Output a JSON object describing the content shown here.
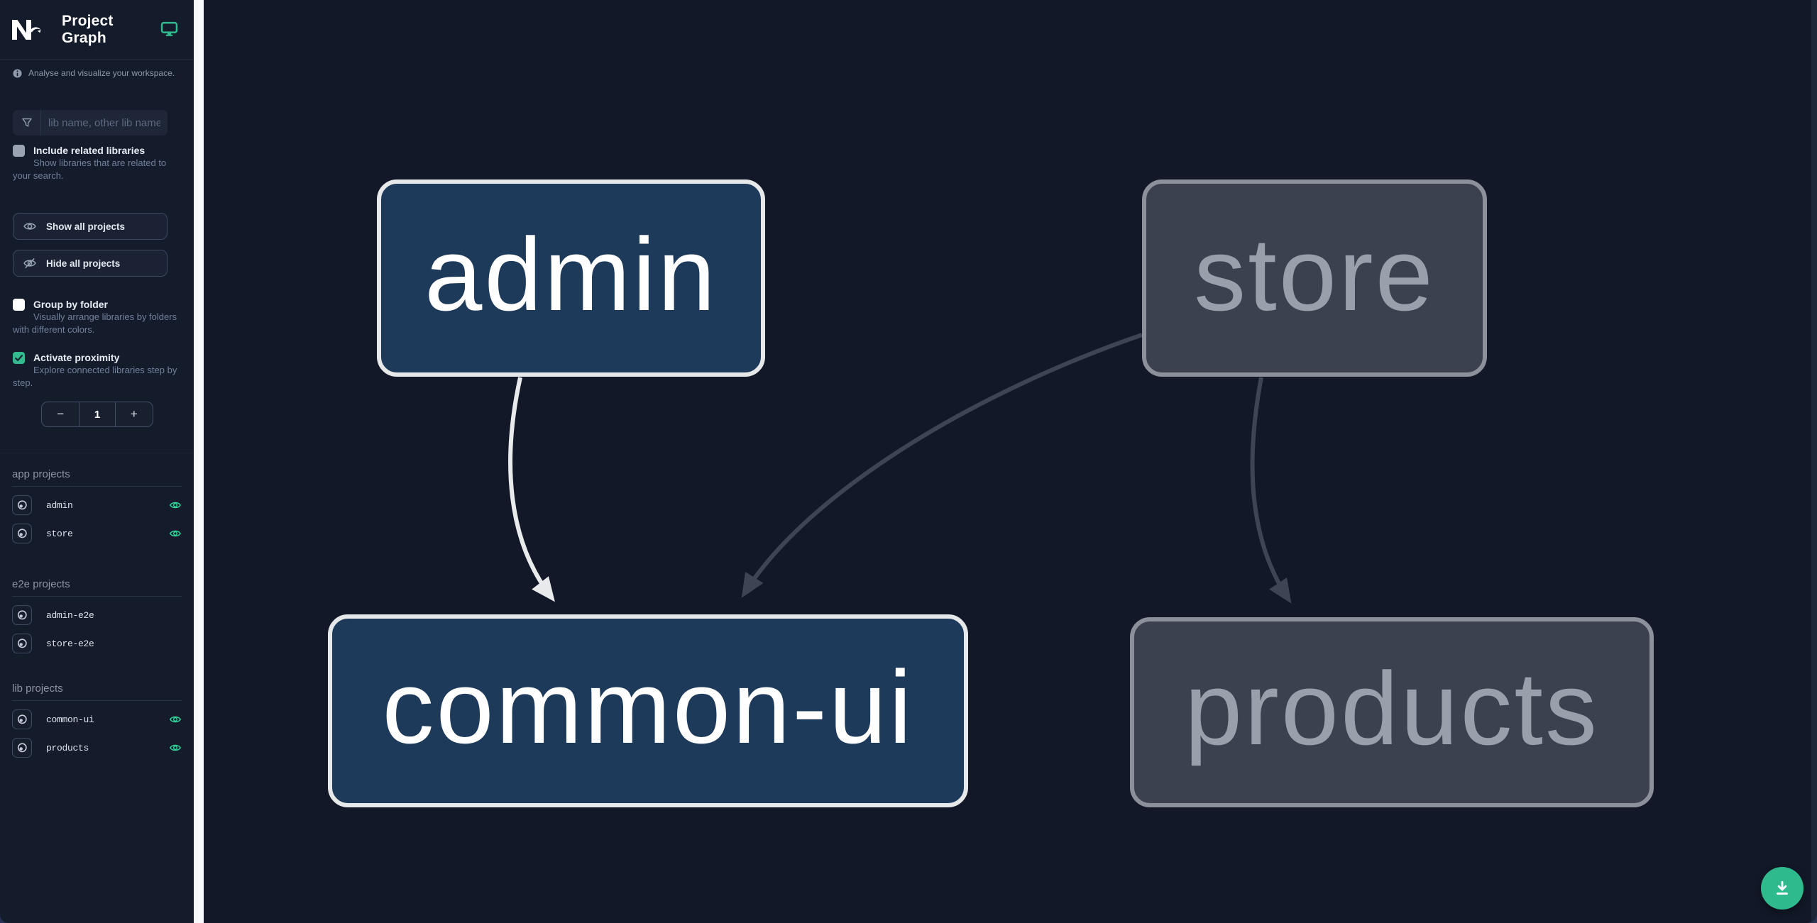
{
  "header": {
    "logo": "Nx",
    "title": "Project Graph"
  },
  "sidebar": {
    "tagline": "Analyse and visualize your workspace.",
    "search": {
      "placeholder": "lib name, other lib name"
    },
    "include_related": {
      "label": "Include related libraries",
      "description": "Show libraries that are related to your search.",
      "checked": false
    },
    "show_all_label": "Show all projects",
    "hide_all_label": "Hide all projects",
    "group_by_folder": {
      "label": "Group by folder",
      "description": "Visually arrange libraries by folders with different colors.",
      "checked": false
    },
    "activate_proximity": {
      "label": "Activate proximity",
      "description": "Explore connected libraries step by step.",
      "checked": true
    },
    "proximity_stepper": {
      "decrement": "−",
      "value": "1",
      "increment": "+"
    },
    "sections": [
      {
        "title": "app projects",
        "items": [
          {
            "name": "admin",
            "visible": true
          },
          {
            "name": "store",
            "visible": true
          }
        ]
      },
      {
        "title": "e2e projects",
        "items": [
          {
            "name": "admin-e2e",
            "visible": false
          },
          {
            "name": "store-e2e",
            "visible": false
          }
        ]
      },
      {
        "title": "lib projects",
        "items": [
          {
            "name": "common-ui",
            "visible": true
          },
          {
            "name": "products",
            "visible": true
          }
        ]
      }
    ]
  },
  "graph": {
    "nodes": [
      {
        "id": "admin",
        "label": "admin",
        "state": "focused"
      },
      {
        "id": "store",
        "label": "store",
        "state": "unfocused"
      },
      {
        "id": "common-ui",
        "label": "common-ui",
        "state": "focused"
      },
      {
        "id": "products",
        "label": "products",
        "state": "unfocused"
      }
    ],
    "edges": [
      {
        "from": "admin",
        "to": "common-ui",
        "state": "active"
      },
      {
        "from": "store",
        "to": "common-ui",
        "state": "muted"
      },
      {
        "from": "store",
        "to": "products",
        "state": "muted"
      }
    ]
  },
  "fab": {
    "action": "download-graph",
    "icon": "download-icon"
  },
  "colors": {
    "accent": "#2fba8e",
    "eye": "#34d399",
    "node_focused_fill": "#1e3a5a",
    "node_focused_border": "#e6e8ea",
    "node_unfocused_fill": "#3b414e",
    "node_unfocused_border": "#8b909a",
    "edge_active": "#e8eaec",
    "edge_muted": "#3d4554",
    "canvas_bg": "#121827",
    "sidebar_bg": "#141b2b",
    "divider": "#f7f9fb"
  }
}
